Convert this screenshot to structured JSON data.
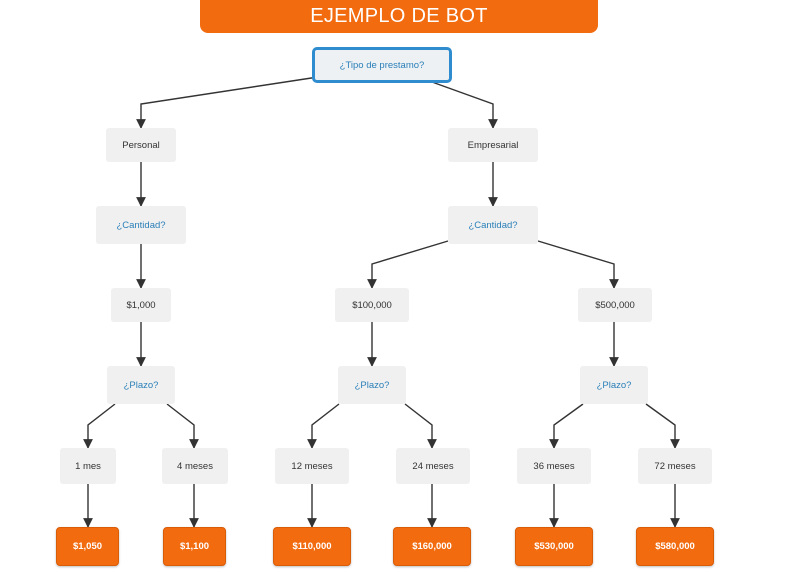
{
  "title": "EJEMPLO DE BOT",
  "nodes": {
    "root": "¿Tipo de prestamo?",
    "personal": "Personal",
    "empresarial": "Empresarial",
    "cantidad_personal": "¿Cantidad?",
    "cantidad_empresarial": "¿Cantidad?",
    "amount_1000": "$1,000",
    "amount_100000": "$100,000",
    "amount_500000": "$500,000",
    "plazo_1000": "¿Plazo?",
    "plazo_100000": "¿Plazo?",
    "plazo_500000": "¿Plazo?",
    "term_1mes": "1 mes",
    "term_4meses": "4 meses",
    "term_12meses": "12 meses",
    "term_24meses": "24 meses",
    "term_36meses": "36 meses",
    "term_72meses": "72 meses",
    "result_1050": "$1,050",
    "result_1100": "$1,100",
    "result_110000": "$110,000",
    "result_160000": "$160,000",
    "result_530000": "$530,000",
    "result_580000": "$580,000"
  },
  "colors": {
    "accent_orange": "#f26b0f",
    "root_border": "#2e8ccf",
    "question_text": "#2a7fb8",
    "node_fill": "#f0f0f0",
    "edge": "#333333"
  }
}
